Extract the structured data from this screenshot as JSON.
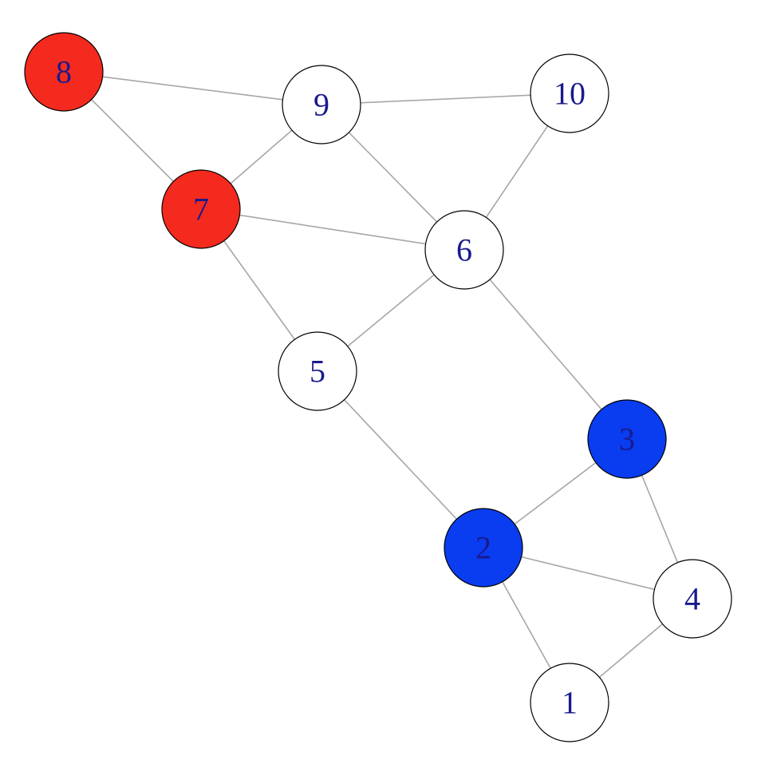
{
  "graph": {
    "label_color": "#1a1a8c",
    "edge_color": "#a6a6a6",
    "nodes": [
      {
        "id": "1",
        "label": "1",
        "fill": "#ffffff"
      },
      {
        "id": "2",
        "label": "2",
        "fill": "#0a3cf0"
      },
      {
        "id": "3",
        "label": "3",
        "fill": "#0a3cf0"
      },
      {
        "id": "4",
        "label": "4",
        "fill": "#ffffff"
      },
      {
        "id": "5",
        "label": "5",
        "fill": "#ffffff"
      },
      {
        "id": "6",
        "label": "6",
        "fill": "#ffffff"
      },
      {
        "id": "7",
        "label": "7",
        "fill": "#f42a1e"
      },
      {
        "id": "8",
        "label": "8",
        "fill": "#f42a1e"
      },
      {
        "id": "9",
        "label": "9",
        "fill": "#ffffff"
      },
      {
        "id": "10",
        "label": "10",
        "fill": "#ffffff"
      }
    ],
    "edges": [
      [
        "8",
        "9"
      ],
      [
        "8",
        "7"
      ],
      [
        "9",
        "10"
      ],
      [
        "9",
        "7"
      ],
      [
        "9",
        "6"
      ],
      [
        "10",
        "6"
      ],
      [
        "7",
        "6"
      ],
      [
        "7",
        "5"
      ],
      [
        "6",
        "5"
      ],
      [
        "6",
        "3"
      ],
      [
        "5",
        "2"
      ],
      [
        "3",
        "2"
      ],
      [
        "3",
        "4"
      ],
      [
        "2",
        "4"
      ],
      [
        "2",
        "1"
      ],
      [
        "4",
        "1"
      ]
    ]
  }
}
